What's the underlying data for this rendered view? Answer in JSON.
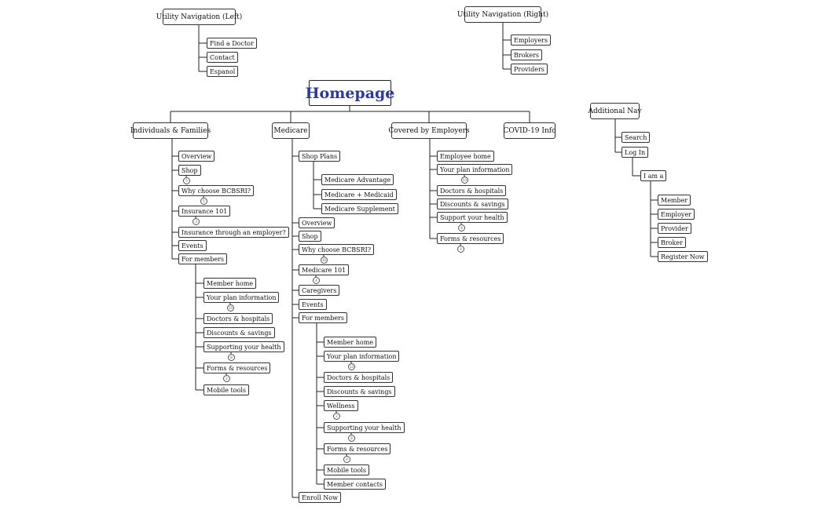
{
  "homepage": "Homepage",
  "utility_left": {
    "title": "Utility Navigation (Left)",
    "items": [
      "Find a Doctor",
      "Contact",
      "Espanol"
    ]
  },
  "utility_right": {
    "title": "Utility Navigation (Right)",
    "items": [
      "Employers",
      "Brokers",
      "Providers"
    ]
  },
  "individuals": {
    "title": "Individuals & Families",
    "items": [
      "Overview",
      "Shop",
      "Why choose BCBSRI?",
      "Insurance 101",
      "Insurance through an employer?",
      "Events",
      "For members"
    ],
    "badges": [
      "5",
      "5",
      "3"
    ],
    "members": {
      "items": [
        "Member home",
        "Your plan information",
        "Doctors & hospitals",
        "Discounts & savings",
        "Supporting your health",
        "Forms & resources",
        "Mobile tools"
      ],
      "badges": [
        "15",
        "8",
        "2"
      ]
    }
  },
  "medicare": {
    "title": "Medicare",
    "shop_plans": {
      "label": "Shop Plans",
      "items": [
        "Medicare Advantage",
        "Medicare + Medicaid",
        "Medicare Supplement"
      ]
    },
    "items": [
      "Overview",
      "Shop",
      "Why choose BCBSRI?",
      "Medicare 101",
      "Caregivers",
      "Events",
      "For members",
      "Enroll Now"
    ],
    "badges": [
      "10",
      "4"
    ],
    "members": {
      "items": [
        "Member home",
        "Your plan information",
        "Doctors & hospitals",
        "Discounts & savings",
        "Wellness",
        "Supporting your health",
        "Forms & resources",
        "Mobile tools",
        "Member contacts"
      ],
      "badges": [
        "13",
        "2",
        "8",
        "4"
      ]
    }
  },
  "employers": {
    "title": "Covered by Employers",
    "items": [
      "Employee home",
      "Your plan information",
      "Doctors & hospitals",
      "Discounts & savings",
      "Support your health",
      "Forms & resources"
    ],
    "badges": [
      "13",
      "8",
      "4"
    ]
  },
  "covid": {
    "title": "COVID-19 Info"
  },
  "additional_nav": {
    "title": "Additional Nav",
    "items": [
      "Search",
      "Log In"
    ],
    "i_am": {
      "label": "I am a",
      "items": [
        "Member",
        "Employer",
        "Provider",
        "Broker",
        "Register Now"
      ]
    }
  }
}
